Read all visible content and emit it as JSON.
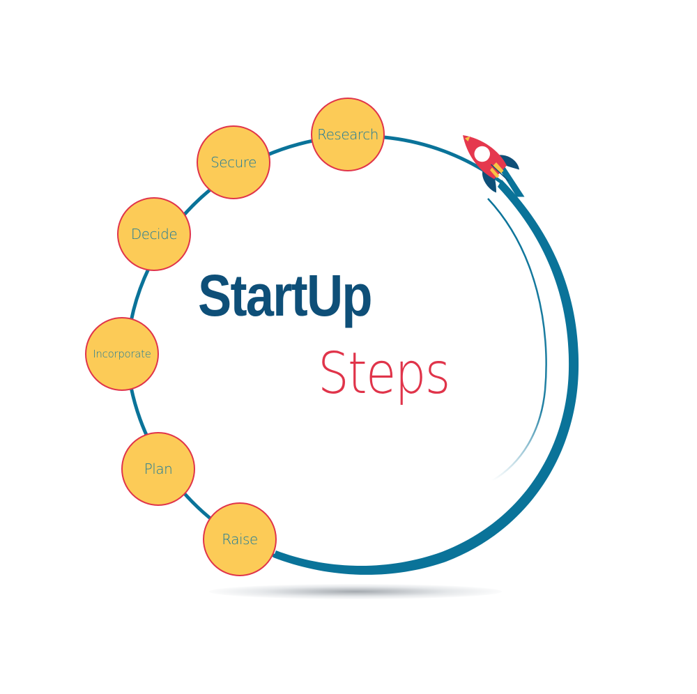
{
  "title": {
    "line1": "StartUp",
    "line2": "Steps"
  },
  "steps": [
    {
      "label": "Research"
    },
    {
      "label": "Secure"
    },
    {
      "label": "Decide"
    },
    {
      "label": "Incorporate"
    },
    {
      "label": "Plan"
    },
    {
      "label": "Raise"
    }
  ],
  "icons": {
    "rocket": "rocket-icon"
  },
  "colors": {
    "ring": "#0a7399",
    "title_primary": "#0e4f78",
    "title_accent": "#e0344a",
    "step_fill": "#fccb57",
    "step_border": "#e0344a",
    "step_text": "#1b7a9a",
    "rocket_body": "#e5384e",
    "rocket_fins": "#0e4f78",
    "rocket_stripes": "#f6c446"
  }
}
